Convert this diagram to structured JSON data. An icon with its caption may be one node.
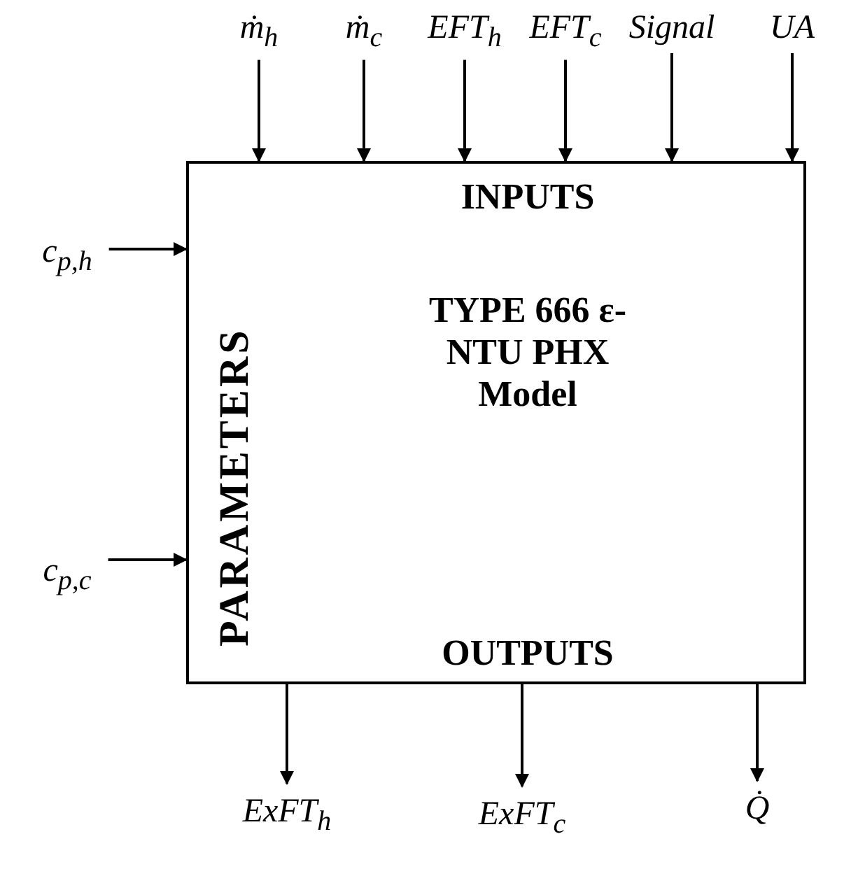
{
  "diagram": {
    "nodes": [
      {
        "text": [
          "INPUTS",
          "PARAMETERS",
          "TYPE 666 ε-NTU PHX Model",
          "OUTPUTS"
        ]
      },
      {
        "text": [
          "ṁ$_{h}$"
        ]
      },
      {
        "text": [
          "ṁ$_{c}$"
        ]
      },
      {
        "text": [
          "EFT$_{h}$"
        ]
      },
      {
        "text": [
          "EFT$_{c}$"
        ]
      },
      {
        "text": [
          "Signal"
        ]
      },
      {
        "text": [
          "UA"
        ]
      },
      {
        "text": [
          "c$_{p,h}$"
        ]
      },
      {
        "text": [
          "c$_{p,c}$"
        ]
      },
      {
        "text": [
          "ExFT$_{h}$"
        ]
      },
      {
        "text": [
          "ExFT$_{c}$"
        ]
      },
      {
        "text": [
          "Q̇"
        ]
      }
    ],
    "edges": [
      {
        "from": 1,
        "to": 0,
        "arrow": "to"
      },
      {
        "from": 2,
        "to": 0,
        "arrow": "to"
      },
      {
        "from": 3,
        "to": 0,
        "arrow": "to"
      },
      {
        "from": 4,
        "to": 0,
        "arrow": "to"
      },
      {
        "from": 5,
        "to": 0,
        "arrow": "to"
      },
      {
        "from": 6,
        "to": 0,
        "arrow": "to"
      },
      {
        "from": 7,
        "to": 0,
        "arrow": "to"
      },
      {
        "from": 8,
        "to": 0,
        "arrow": "to"
      },
      {
        "from": 0,
        "to": 9,
        "arrow": "to"
      },
      {
        "from": 0,
        "to": 10,
        "arrow": "to"
      },
      {
        "from": 0,
        "to": 11,
        "arrow": "to"
      }
    ]
  }
}
